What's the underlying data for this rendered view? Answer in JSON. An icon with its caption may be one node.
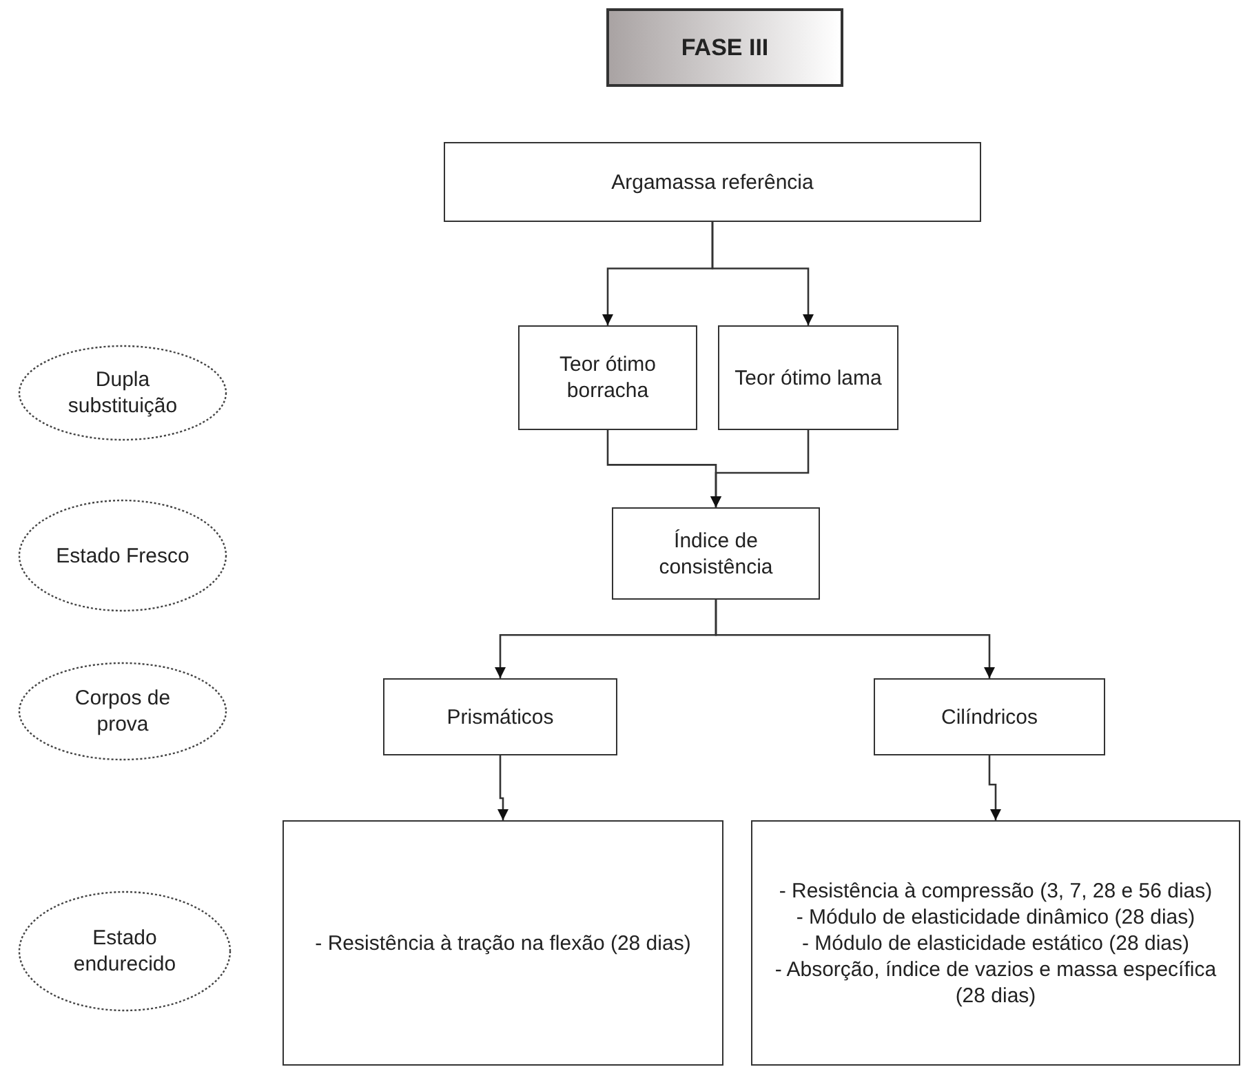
{
  "diagram": {
    "nodes": [
      {
        "text": [
          "FASE III"
        ]
      },
      {
        "text": [
          "Argamassa referência"
        ]
      },
      {
        "text": [
          "Teor ótimo borracha"
        ]
      },
      {
        "text": [
          "Teor ótimo lama"
        ]
      },
      {
        "text": [
          "Índice de consistência"
        ]
      },
      {
        "text": [
          "Prismáticos"
        ]
      },
      {
        "text": [
          "Cilíndricos"
        ]
      },
      {
        "text": [
          "- Resistência à tração na flexão (28 dias)"
        ]
      },
      {
        "text": [
          "- Resistência à compressão (3, 7, 28 e 56 dias)",
          "- Módulo de elasticidade dinâmico (28 dias)",
          "- Módulo de elasticidade estático (28 dias)",
          "- Absorção, índice de vazios e massa específica (28 dias)"
        ]
      },
      {
        "text": [
          "Dupla substituição"
        ]
      },
      {
        "text": [
          "Estado Fresco"
        ]
      },
      {
        "text": [
          "Corpos de prova"
        ]
      },
      {
        "text": [
          "Estado endurecido"
        ]
      }
    ],
    "edges": [
      {
        "from": 1,
        "to": 2,
        "arrow": "to"
      },
      {
        "from": 1,
        "to": 3,
        "arrow": "to"
      },
      {
        "from": 2,
        "to": 4,
        "arrow": "to"
      },
      {
        "from": 3,
        "to": 4,
        "arrow": "to"
      },
      {
        "from": 4,
        "to": 5,
        "arrow": "to"
      },
      {
        "from": 4,
        "to": 6,
        "arrow": "to"
      },
      {
        "from": 5,
        "to": 7,
        "arrow": "to"
      },
      {
        "from": 6,
        "to": 8,
        "arrow": "to"
      }
    ]
  }
}
